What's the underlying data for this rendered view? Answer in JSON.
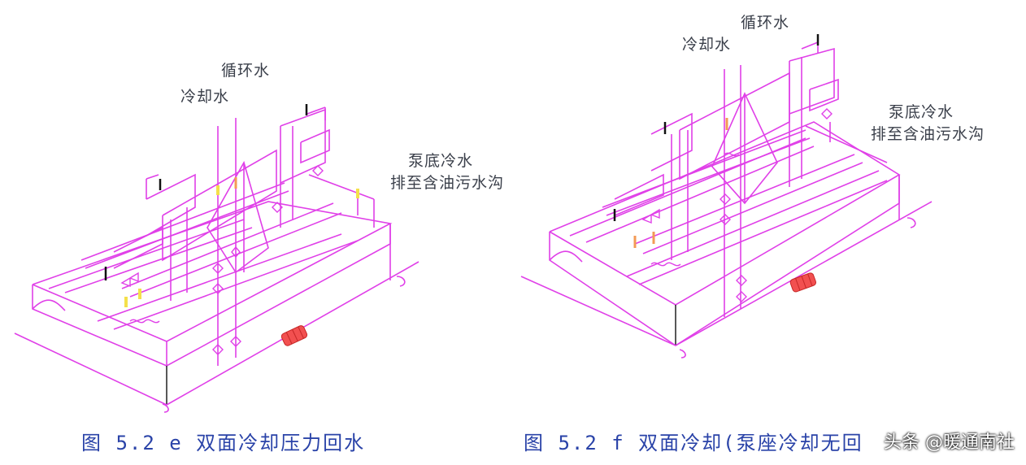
{
  "left": {
    "labels": {
      "circulating": "循环水",
      "cooling": "冷却水",
      "pump_drain_1": "泵底冷水",
      "pump_drain_2": "排至含油污水沟"
    },
    "caption": "图 5.2 e 双面冷却压力回水"
  },
  "right": {
    "labels": {
      "circulating": "循环水",
      "cooling": "冷却水",
      "pump_drain_1": "泵底冷水",
      "pump_drain_2": "排至含油污水沟"
    },
    "caption": "图 5.2 f 双面冷却(泵座冷却无回"
  },
  "watermark": "头条 @暖通南社",
  "colors": {
    "pipe": "#e040e8",
    "label": "#3a3f4a",
    "caption": "#2a43a8",
    "valve": "#f23c3c",
    "accent_yellow": "#f4e04a",
    "accent_orange": "#f39a55",
    "edge": "#111111"
  }
}
